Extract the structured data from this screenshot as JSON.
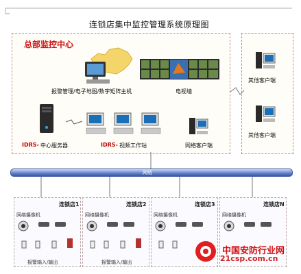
{
  "title": "连锁店集中监控管理系统原理图",
  "hq": {
    "heading": "总部监控中心",
    "alarm_host_label": "报警管理/电子地图/数字矩阵主机",
    "tv_wall_label": "电视墙",
    "server_prefix": "IDRS-",
    "server_label": "中心服务器",
    "workstation_prefix": "IDRS-",
    "workstation_label": "视频工作站",
    "net_client_label": "网络客户端"
  },
  "clients": {
    "client1": "其他客户端",
    "client2": "其他客户端"
  },
  "network_label": "网络",
  "stores": [
    {
      "name": "连锁店1",
      "camera_label": "网络摄像机",
      "alarm_label": "报警输入/输出"
    },
    {
      "name": "连锁店2",
      "camera_label": "网络摄像机",
      "alarm_label": "报警输入/输出"
    },
    {
      "name": "连锁店3",
      "camera_label": "网络摄像机",
      "alarm_label": ""
    },
    {
      "name": "连锁店N",
      "camera_label": "网络摄像机",
      "alarm_label": ""
    }
  ],
  "watermark": {
    "line1": "中国安防行业网",
    "line2": "21csp.com.cn"
  },
  "colors": {
    "heading_red": "#d01010",
    "network_blue": "#3a56a0",
    "border_dashed": "#c98a8a"
  }
}
